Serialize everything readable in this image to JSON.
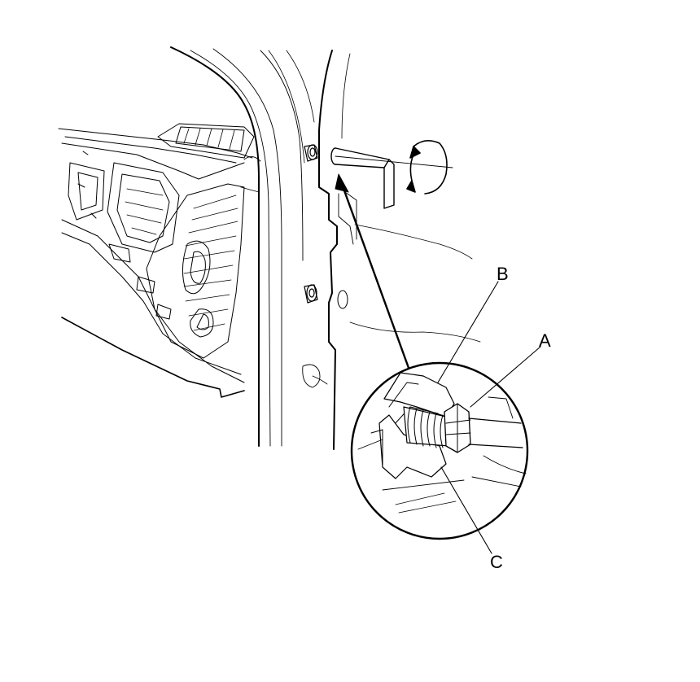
{
  "diagram": {
    "callouts": {
      "a": "A",
      "b": "B",
      "c": "C"
    },
    "line_color": "#000000",
    "background": "#ffffff"
  }
}
